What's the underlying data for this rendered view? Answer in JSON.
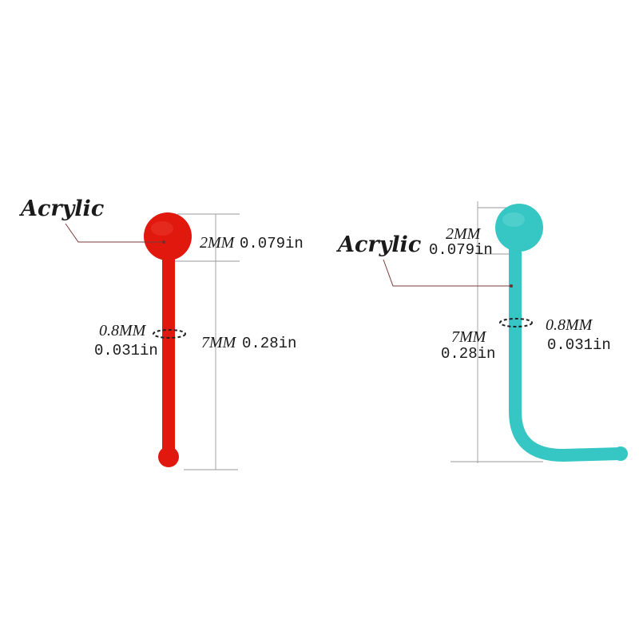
{
  "colors": {
    "red_stud": "#e0180e",
    "teal_stud": "#36c7c4",
    "dimension_line": "#999999",
    "leader_line": "#7a3a3a",
    "text": "#1a1a1a"
  },
  "left_item": {
    "material_label": "Acrylic",
    "ball_dim_mm": "2MM",
    "ball_dim_in": "0.079in",
    "gauge_mm": "0.8MM",
    "gauge_in": "0.031in",
    "length_mm": "7MM",
    "length_in": "0.28in"
  },
  "right_item": {
    "material_label": "Acrylic",
    "ball_dim_mm": "2MM",
    "ball_dim_in": "0.079in",
    "gauge_mm": "0.8MM",
    "gauge_in": "0.031in",
    "length_mm": "7MM",
    "length_in": "0.28in"
  }
}
